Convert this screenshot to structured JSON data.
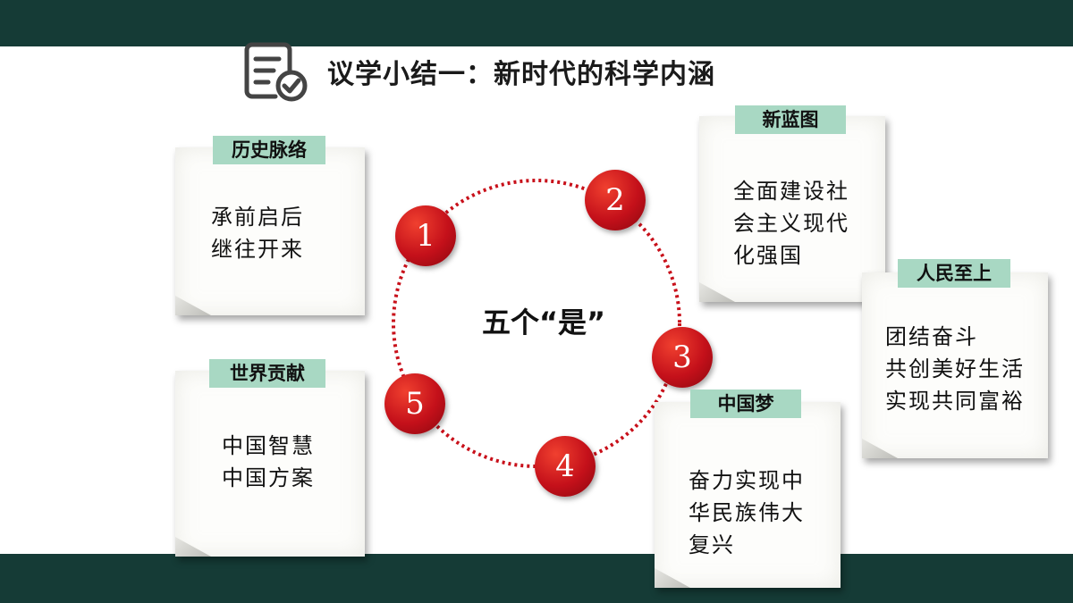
{
  "title": "议学小结一：新时代的科学内涵",
  "center_label": "五个“是”",
  "numbers": [
    "1",
    "2",
    "3",
    "4",
    "5"
  ],
  "notes": {
    "history": {
      "tag": "历史脉络",
      "lines": [
        "承前启后",
        "继往开来"
      ]
    },
    "world": {
      "tag": "世界贡献",
      "lines": [
        "中国智慧",
        "中国方案"
      ]
    },
    "blueprint": {
      "tag": "新蓝图",
      "lines": [
        "全面建设社",
        "会主义现代",
        "化强国"
      ]
    },
    "people": {
      "tag": "人民至上",
      "lines": [
        "团结奋斗",
        "共创美好生活",
        "实现共同富裕"
      ]
    },
    "dream": {
      "tag": "中国梦",
      "lines": [
        "奋力实现中",
        "华民族伟大",
        "复兴"
      ]
    }
  },
  "colors": {
    "band": "#153b36",
    "tag": "#a8d8c3",
    "accent_red": "#c4101a"
  },
  "icons": {
    "title": "checklist-document-icon"
  }
}
